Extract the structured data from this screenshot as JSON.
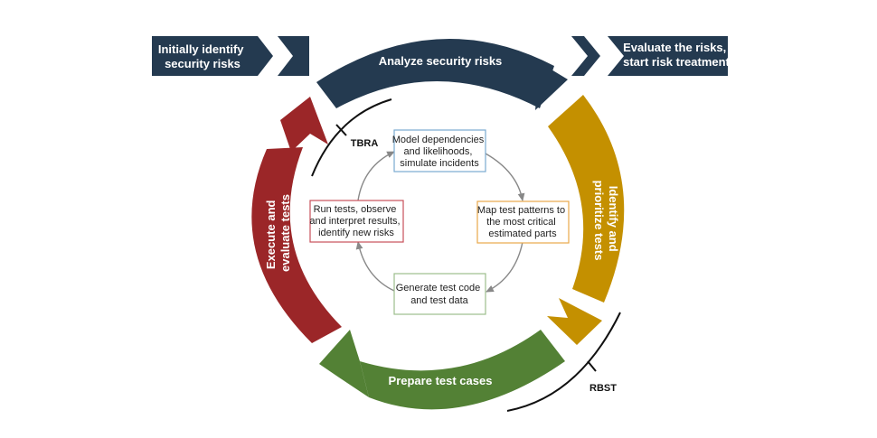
{
  "colors": {
    "navy": "#243a50",
    "gold": "#c49000",
    "green": "#538135",
    "red": "#9b2628",
    "box_blue": "#7aaad0",
    "box_orange": "#e8a84a",
    "box_green": "#9cbd8c",
    "box_red": "#c8505a",
    "connector": "#888888"
  },
  "start_arrow": {
    "lines": [
      "Initially identify",
      "security risks"
    ]
  },
  "end_arrow": {
    "lines": [
      "Evaluate the risks,",
      "start risk treatment"
    ]
  },
  "outer_cycle": {
    "analyze": "Analyze security risks",
    "identify": [
      "Identify and",
      "prioritize tests"
    ],
    "prepare": "Prepare test cases",
    "execute": [
      "Execute and",
      "evaluate tests"
    ]
  },
  "brackets": {
    "tbra": "TBRA",
    "rbst": "RBST"
  },
  "inner_cycle": {
    "top": [
      "Model dependencies",
      "and likelihoods,",
      "simulate incidents"
    ],
    "right": [
      "Map test patterns to",
      "the most critical",
      "estimated parts"
    ],
    "bottom": [
      "Generate test code",
      "and test data"
    ],
    "left": [
      "Run tests, observe",
      "and interpret results,",
      "identify new risks"
    ]
  }
}
